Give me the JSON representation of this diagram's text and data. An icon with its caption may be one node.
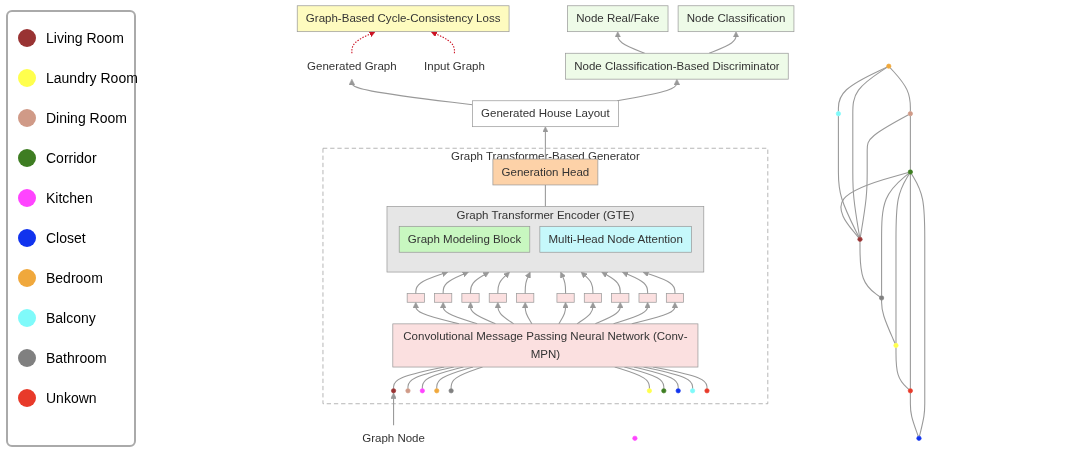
{
  "diagram": {
    "nodes": [
      {
        "text": [
          "Generated Graph"
        ]
      },
      {
        "text": [
          "Graph-Based Cycle-Consistency Loss"
        ]
      },
      {
        "text": [
          "Input Graph"
        ]
      },
      {
        "text": [],
        "shape": "circle"
      },
      {
        "text": [],
        "shape": "circle"
      },
      {
        "text": [],
        "shape": "circle"
      },
      {
        "text": [],
        "shape": "circle"
      },
      {
        "text": [],
        "shape": "circle"
      },
      {
        "text": [],
        "shape": "circle"
      },
      {
        "text": [],
        "shape": "circle"
      },
      {
        "text": [],
        "shape": "circle"
      },
      {
        "text": [],
        "shape": "circle"
      },
      {
        "text": [],
        "shape": "circle"
      },
      {
        "text": [
          "Graph Node"
        ]
      },
      {
        "text": [
          "Graph Transformer-Based Generator"
        ]
      },
      {
        "text": [
          "Generation Head"
        ],
        "in": 14
      },
      {
        "text": [
          "Graph Transformer Encoder (GTE)"
        ],
        "in": 14
      },
      {
        "text": [
          "Graph Modeling Block"
        ],
        "in": 16
      },
      {
        "text": [
          "Multi-Head Node Attention"
        ],
        "in": 16
      },
      {
        "text": [],
        "shape": "bar",
        "in": 14
      },
      {
        "text": [],
        "shape": "bar",
        "in": 14
      },
      {
        "text": [],
        "shape": "bar",
        "in": 14
      },
      {
        "text": [],
        "shape": "bar",
        "in": 14
      },
      {
        "text": [],
        "shape": "bar",
        "in": 14
      },
      {
        "text": [],
        "shape": "bar",
        "in": 14
      },
      {
        "text": [],
        "shape": "bar",
        "in": 14
      },
      {
        "text": [],
        "shape": "bar",
        "in": 14
      },
      {
        "text": [],
        "shape": "bar",
        "in": 14
      },
      {
        "text": [],
        "shape": "bar",
        "in": 14
      },
      {
        "text": [
          "Convolutional Message Passing Neural Network (Conv-MPN)"
        ],
        "in": 14
      },
      {
        "text": [],
        "shape": "circle",
        "in": 14
      },
      {
        "text": [],
        "shape": "circle",
        "in": 14
      },
      {
        "text": [],
        "shape": "circle",
        "in": 14
      },
      {
        "text": [],
        "shape": "circle",
        "in": 14
      },
      {
        "text": [],
        "shape": "circle",
        "in": 14
      },
      {
        "text": [],
        "shape": "circle",
        "in": 14
      },
      {
        "text": [],
        "shape": "circle",
        "in": 14
      },
      {
        "text": [],
        "shape": "circle",
        "in": 14
      },
      {
        "text": [],
        "shape": "circle",
        "in": 14
      },
      {
        "text": [],
        "shape": "circle",
        "in": 14
      },
      {
        "text": [
          "Generated House Layout"
        ]
      },
      {
        "text": [
          "Node Classification-Based Discriminator"
        ]
      },
      {
        "text": [
          "Node Real/Fake"
        ]
      },
      {
        "text": [
          "Node Classification"
        ]
      }
    ],
    "edges": [
      {
        "from": 40,
        "to": 0,
        "arrow": "to"
      },
      {
        "from": 0,
        "to": 1,
        "arrow": "to",
        "style": "dashed",
        "color": "#cc1122"
      },
      {
        "from": 2,
        "to": 1,
        "arrow": "to",
        "style": "dashed",
        "color": "#cc1122"
      },
      {
        "from": 3,
        "to": 4,
        "arrow": "none"
      },
      {
        "from": 3,
        "to": 8,
        "arrow": "none"
      },
      {
        "from": 4,
        "to": 5,
        "arrow": "none"
      },
      {
        "from": 4,
        "to": 8,
        "arrow": "none"
      },
      {
        "from": 5,
        "to": 6,
        "arrow": "none"
      },
      {
        "from": 5,
        "to": 8,
        "arrow": "none"
      },
      {
        "from": 6,
        "to": 7,
        "arrow": "none"
      },
      {
        "from": 6,
        "to": 8,
        "arrow": "none"
      },
      {
        "from": 7,
        "to": 8,
        "arrow": "none"
      },
      {
        "from": 7,
        "to": 9,
        "arrow": "none"
      },
      {
        "from": 7,
        "to": 12,
        "arrow": "none"
      },
      {
        "from": 7,
        "to": 11,
        "arrow": "none"
      },
      {
        "from": 8,
        "to": 11,
        "arrow": "none"
      },
      {
        "from": 9,
        "to": 12,
        "arrow": "none"
      },
      {
        "from": 11,
        "to": 12,
        "arrow": "none"
      },
      {
        "from": 13,
        "to": 30,
        "arrow": "to"
      },
      {
        "from": 30,
        "to": 29,
        "arrow": "none"
      },
      {
        "from": 31,
        "to": 29,
        "arrow": "none"
      },
      {
        "from": 32,
        "to": 29,
        "arrow": "none"
      },
      {
        "from": 33,
        "to": 29,
        "arrow": "none"
      },
      {
        "from": 34,
        "to": 29,
        "arrow": "none"
      },
      {
        "from": 35,
        "to": 29,
        "arrow": "none"
      },
      {
        "from": 36,
        "to": 29,
        "arrow": "none"
      },
      {
        "from": 37,
        "to": 29,
        "arrow": "none"
      },
      {
        "from": 38,
        "to": 29,
        "arrow": "none"
      },
      {
        "from": 39,
        "to": 29,
        "arrow": "none"
      },
      {
        "from": 29,
        "to": 19,
        "arrow": "to"
      },
      {
        "from": 29,
        "to": 20,
        "arrow": "to"
      },
      {
        "from": 29,
        "to": 21,
        "arrow": "to"
      },
      {
        "from": 29,
        "to": 22,
        "arrow": "to"
      },
      {
        "from": 29,
        "to": 23,
        "arrow": "to"
      },
      {
        "from": 29,
        "to": 24,
        "arrow": "to"
      },
      {
        "from": 29,
        "to": 25,
        "arrow": "to"
      },
      {
        "from": 29,
        "to": 26,
        "arrow": "to"
      },
      {
        "from": 29,
        "to": 27,
        "arrow": "to"
      },
      {
        "from": 29,
        "to": 28,
        "arrow": "to"
      },
      {
        "from": 19,
        "to": 16,
        "arrow": "to"
      },
      {
        "from": 20,
        "to": 16,
        "arrow": "to"
      },
      {
        "from": 21,
        "to": 16,
        "arrow": "to"
      },
      {
        "from": 22,
        "to": 16,
        "arrow": "to"
      },
      {
        "from": 23,
        "to": 16,
        "arrow": "to"
      },
      {
        "from": 24,
        "to": 16,
        "arrow": "to"
      },
      {
        "from": 25,
        "to": 16,
        "arrow": "to"
      },
      {
        "from": 26,
        "to": 16,
        "arrow": "to"
      },
      {
        "from": 27,
        "to": 16,
        "arrow": "to"
      },
      {
        "from": 28,
        "to": 16,
        "arrow": "to"
      },
      {
        "from": 16,
        "to": 15,
        "arrow": "none"
      },
      {
        "from": 15,
        "to": 40,
        "arrow": "to"
      },
      {
        "from": 40,
        "to": 41,
        "arrow": "to"
      },
      {
        "from": 41,
        "to": 42,
        "arrow": "to"
      },
      {
        "from": 41,
        "to": 43,
        "arrow": "to"
      }
    ],
    "legend": [
      {
        "text": "Living Room",
        "color": "#993333"
      },
      {
        "text": "Laundry Room",
        "color": "#ffff4d"
      },
      {
        "text": "Dining Room",
        "color": "#d09a87"
      },
      {
        "text": "Corridor",
        "color": "#3e7d22"
      },
      {
        "text": "Kitchen",
        "color": "#ff44ff"
      },
      {
        "text": "Closet",
        "color": "#1133ee"
      },
      {
        "text": "Bedroom",
        "color": "#f0a83c"
      },
      {
        "text": "Balcony",
        "color": "#7ffafa"
      },
      {
        "text": "Bathroom",
        "color": "#808080"
      },
      {
        "text": "Unkown",
        "color": "#e83a2a"
      }
    ]
  }
}
